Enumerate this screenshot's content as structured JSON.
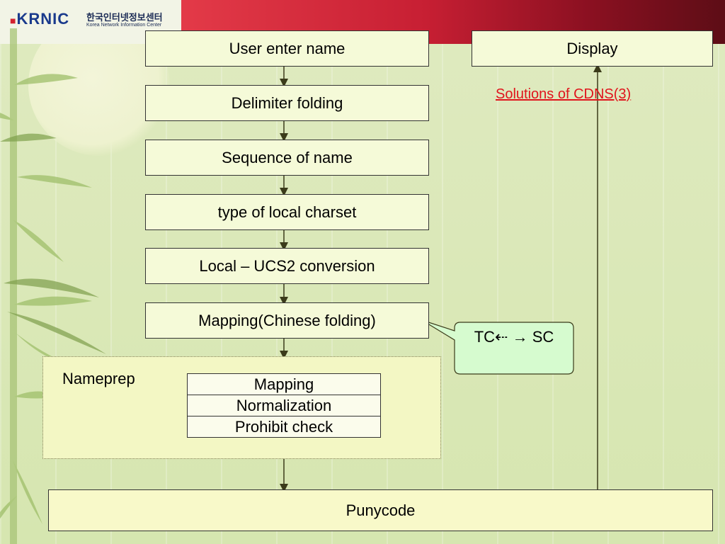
{
  "header": {
    "logo_main": "KRNIC",
    "logo_korean": "한국인터넷정보센터",
    "logo_english": "Korea Network Information Center"
  },
  "flow": {
    "step1": "User enter name",
    "step2": "Delimiter folding",
    "step3": "Sequence of name",
    "step4": "type of local charset",
    "step5": "Local – UCS2 conversion",
    "step6": "Mapping(Chinese folding)",
    "display": "Display",
    "punycode": "Punycode"
  },
  "nameprep": {
    "label": "Nameprep",
    "rows": [
      "Mapping",
      "Normalization",
      "Prohibit check"
    ]
  },
  "callout": "TC⇠ → SC",
  "title_link": "Solutions of CDNS(3)"
}
